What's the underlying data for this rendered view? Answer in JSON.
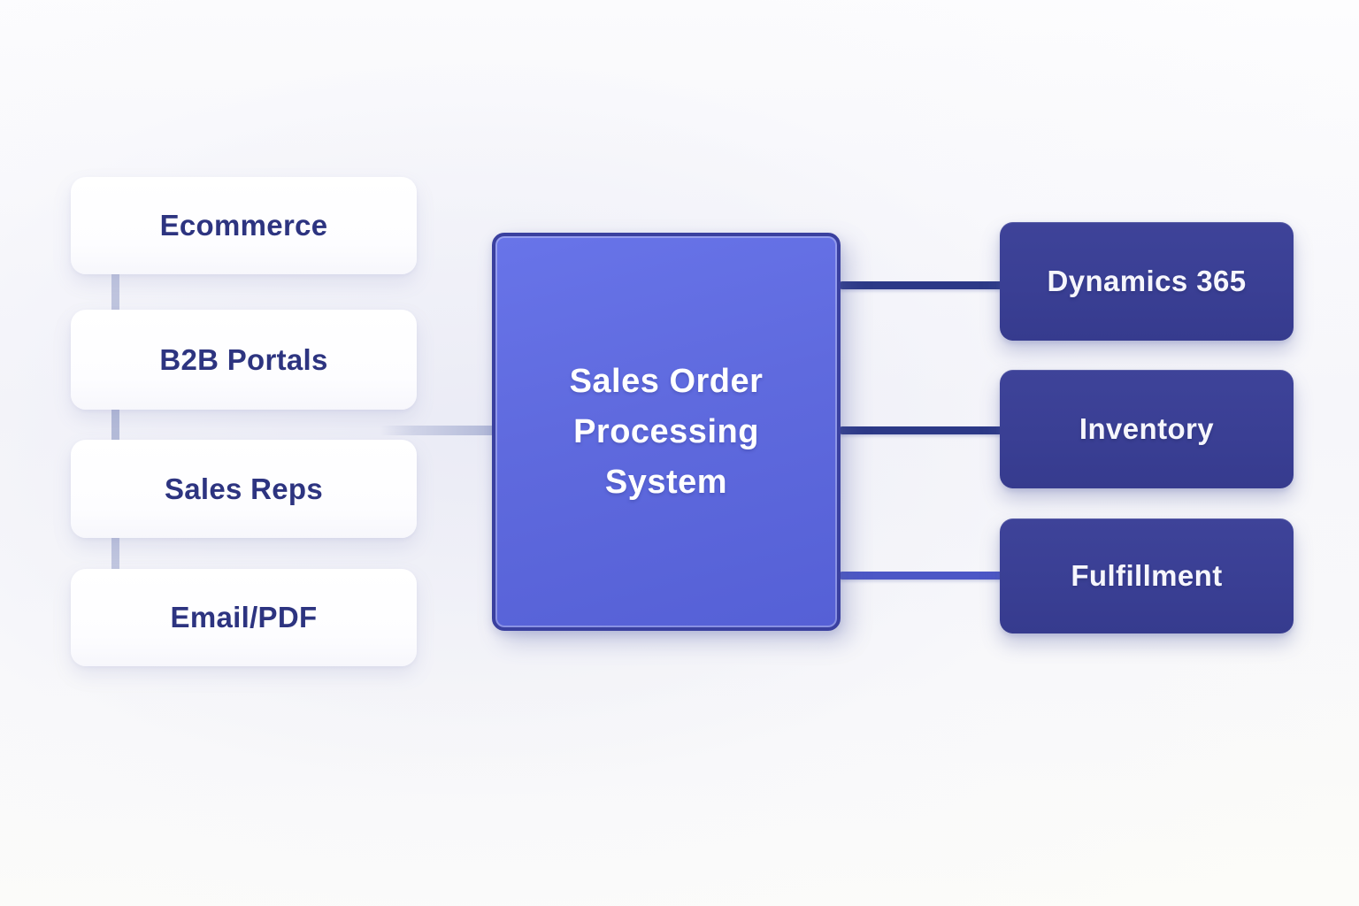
{
  "diagram": {
    "center_node": {
      "label": "Sales Order Processing System",
      "label_lines": [
        "Sales Order",
        "Processing",
        "System"
      ]
    },
    "sources": [
      {
        "label": "Ecommerce"
      },
      {
        "label": "B2B Portals"
      },
      {
        "label": "Sales Reps"
      },
      {
        "label": "Email/PDF"
      }
    ],
    "targets": [
      {
        "label": "Dynamics 365"
      },
      {
        "label": "Inventory"
      },
      {
        "label": "Fulfillment"
      }
    ],
    "colors": {
      "background": "#f6f6fa",
      "source_node_bg": "#ffffff",
      "source_node_text": "#2d3480",
      "center_node_bg": "#5f6ade",
      "center_node_border": "#3a409f",
      "center_node_text": "#ffffff",
      "target_node_bg": "#3a3f94",
      "target_node_text": "#f6f6fc",
      "connector_dark": "#2c3987",
      "connector_light": "#4c57c6",
      "connector_muted": "#b4bbd8"
    }
  }
}
